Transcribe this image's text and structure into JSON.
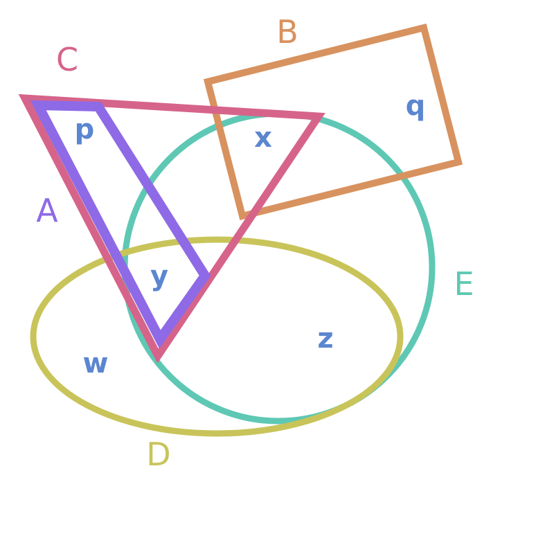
{
  "sets": {
    "A": {
      "label": "A",
      "color": "#8e6ae6"
    },
    "B": {
      "label": "B",
      "color": "#d8925f"
    },
    "C": {
      "label": "C",
      "color": "#d6648a"
    },
    "D": {
      "label": "D",
      "color": "#c9c45a"
    },
    "E": {
      "label": "E",
      "color": "#5ec8b4"
    }
  },
  "regions": {
    "p": "p",
    "q": "q",
    "x": "x",
    "y": "y",
    "z": "z",
    "w": "w"
  },
  "region_color": "#5b86d0"
}
